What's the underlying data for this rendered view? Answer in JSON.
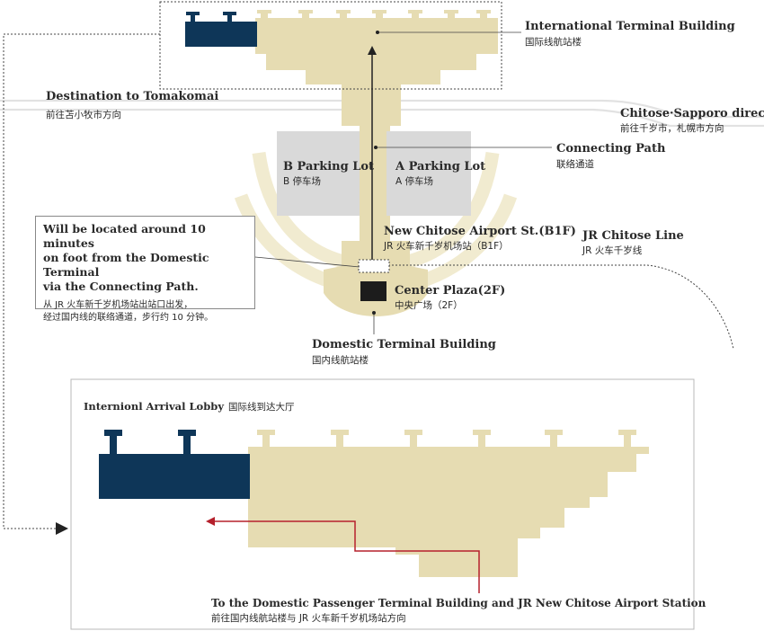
{
  "labels": {
    "intl_terminal": {
      "en": "International Terminal Building",
      "cn": "国际线航站楼"
    },
    "tomakomai": {
      "en": "Destination to Tomakomai",
      "cn": "前往苫小牧市方向"
    },
    "chitose_sapporo": {
      "en": "Chitose·Sapporo direction",
      "cn": "前往千岁市，札幌市方向"
    },
    "connecting_path": {
      "en": "Connecting Path",
      "cn": "联络通道"
    },
    "b_parking": {
      "en": "B Parking Lot",
      "cn": "B 停车场"
    },
    "a_parking": {
      "en": "A Parking Lot",
      "cn": "A 停车场"
    },
    "new_chitose_st": {
      "en": "New Chitose Airport St.(B1F)",
      "cn": "JR 火车新千岁机场站（B1F）"
    },
    "jr_line": {
      "en": "JR Chitose Line",
      "cn": "JR 火车千岁线"
    },
    "center_plaza": {
      "en": "Center Plaza(2F)",
      "cn": "中央广场（2F）"
    },
    "domestic_terminal": {
      "en": "Domestic Terminal Building",
      "cn": "国内线航站楼"
    },
    "arrival_lobby": {
      "en": "Internionl Arrival Lobby",
      "cn": "国际线到达大厅"
    },
    "to_domestic": {
      "en": "To the Domestic Passenger Terminal Building and JR New Chitose Airport Station",
      "cn": "前往国内线航站楼与 JR 火车新千岁机场站方向"
    }
  },
  "callout": {
    "en": "Will be located around 10 minutes\non foot from the Domestic Terminal\nvia the Connecting Path.",
    "cn": "从 JR 火车新千岁机场站出站口出发，\n经过国内线的联络通道，步行约 10 分钟。"
  },
  "colors": {
    "building": "#e6dcb2",
    "navy": "#0e3658",
    "route_red": "#b5202c",
    "parking": "#d9d9d9",
    "road": "#e2e2e2"
  }
}
